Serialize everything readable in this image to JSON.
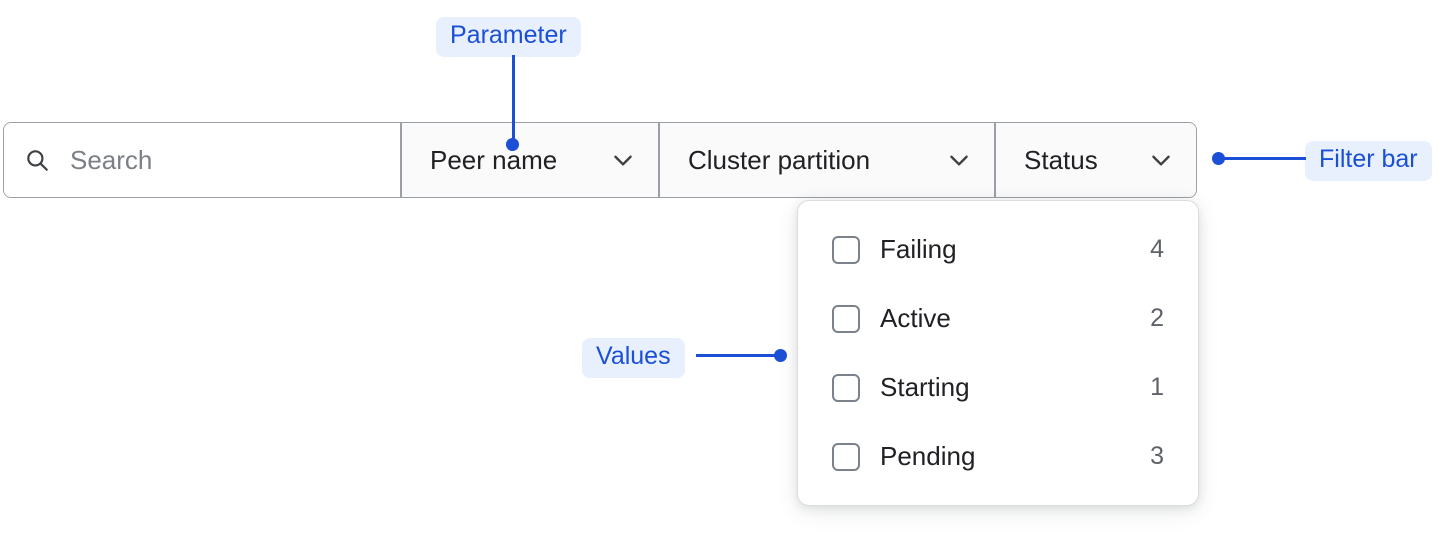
{
  "filter_bar": {
    "search": {
      "placeholder": "Search",
      "value": "",
      "icon": "search-icon"
    },
    "dropdowns": [
      {
        "label": "Peer name",
        "icon": "chevron-down-icon"
      },
      {
        "label": "Cluster partition",
        "icon": "chevron-down-icon"
      },
      {
        "label": "Status",
        "icon": "chevron-down-icon"
      }
    ]
  },
  "dropdown_panel": {
    "open_for": "Status",
    "options": [
      {
        "label": "Failing",
        "count": "4",
        "checked": false
      },
      {
        "label": "Active",
        "count": "2",
        "checked": false
      },
      {
        "label": "Starting",
        "count": "1",
        "checked": false
      },
      {
        "label": "Pending",
        "count": "3",
        "checked": false
      }
    ]
  },
  "annotations": [
    {
      "label": "Parameter",
      "target": "peer-name-dropdown"
    },
    {
      "label": "Filter bar",
      "target": "filter-bar"
    },
    {
      "label": "Values",
      "target": "dropdown-panel-options"
    }
  ],
  "colors": {
    "annotation_text": "#1a4fd6",
    "annotation_chip_bg": "#e8f0fe",
    "border": "#9aa0a6",
    "panel_border": "#dadce0",
    "text": "#202124",
    "muted_text": "#5f6368",
    "placeholder": "#7b8086"
  }
}
